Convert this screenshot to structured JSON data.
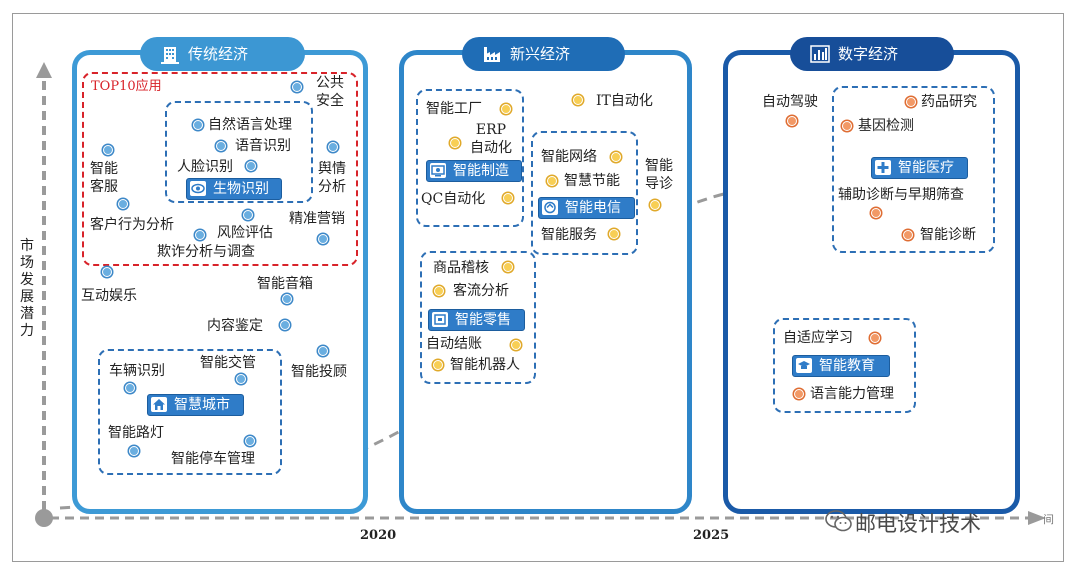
{
  "axis": {
    "y_label": "市场发展潜力",
    "year_2020": "2020",
    "year_2025": "2025"
  },
  "panels": {
    "traditional": {
      "title": "传统经济",
      "top10_label": "TOP10应用",
      "items": {
        "public_safety": "公共\n安全",
        "nlp": "自然语言处理",
        "speech": "语音识别",
        "face": "人脸识别",
        "opinion": "舆情\n分析",
        "smart_cs": "智能\n客服",
        "customer_behavior": "客户行为分析",
        "risk": "风险评估",
        "precision_marketing": "精准营销",
        "fraud": "欺诈分析与调查",
        "entertainment": "互动娱乐",
        "smart_speaker": "智能音箱",
        "content_review": "内容鉴定",
        "robo_advisor": "智能投顾",
        "smart_traffic": "智能交管",
        "vehicle_recognition": "车辆识别",
        "smart_streetlight": "智能路灯",
        "smart_parking": "智能停车管理"
      },
      "tags": {
        "biometric": "生物识别",
        "smart_city": "智慧城市"
      }
    },
    "emerging": {
      "title": "新兴经济",
      "items": {
        "smart_factory": "智能工厂",
        "erp": "ERP\n自动化",
        "qc": "QC自动化",
        "it_automation": "IT自动化",
        "smart_network": "智能网络",
        "energy_saving": "智慧节能",
        "smart_service": "智能服务",
        "smart_guide": "智能\n导诊",
        "inspection": "商品稽核",
        "traffic_analysis": "客流分析",
        "auto_checkout": "自动结账",
        "robot": "智能机器人"
      },
      "tags": {
        "manufacturing": "智能制造",
        "telecom": "智能电信",
        "retail": "智能零售"
      }
    },
    "digital": {
      "title": "数字经济",
      "items": {
        "autonomous_driving": "自动驾驶",
        "drug_research": "药品研究",
        "genetic_testing": "基因检测",
        "assisted_diagnosis": "辅助诊断与早期筛查",
        "smart_diagnosis": "智能诊断",
        "adaptive_learning": "自适应学习",
        "language_ability": "语言能力管理"
      },
      "tags": {
        "healthcare": "智能医疗",
        "education": "智能教育"
      }
    }
  },
  "watermark": {
    "text": "邮电设计技术",
    "suffix": "间"
  },
  "colors": {
    "traditional_border": "#3d9ad6",
    "traditional_header": "#3c97d3",
    "emerging_border": "#2e86c9",
    "emerging_header": "#1f6db6",
    "digital_border": "#1a5aa8",
    "digital_header": "#174e99",
    "top10_box": "#d8232a",
    "tag_fill": "#2f7cc8",
    "curve": "#9a9a9a"
  }
}
